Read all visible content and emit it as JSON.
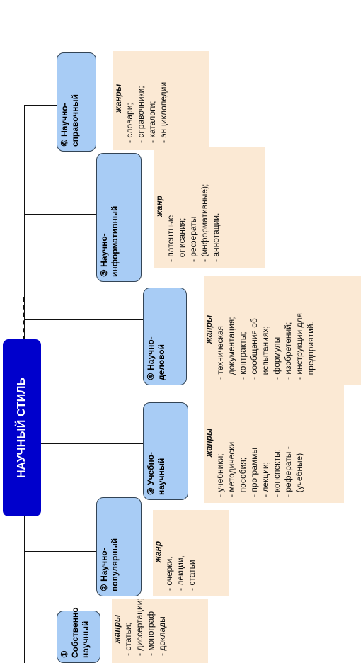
{
  "main": {
    "label": "НАУЧНЫЙ СТИЛЬ"
  },
  "branches": [
    {
      "number": "①",
      "title_lines": [
        "Собственно",
        "научный"
      ],
      "genre_title": "жанры",
      "genres": [
        "- статьи;",
        "- диссертации;",
        "- монограф",
        "- доклады"
      ]
    },
    {
      "number": "②",
      "title_lines": [
        "Научно-",
        "популярный"
      ],
      "genre_title": "жанр",
      "genres": [
        "- очерки,",
        "- лекции,",
        "- статьи"
      ]
    },
    {
      "number": "③",
      "title_lines": [
        "Учебно-",
        "научный"
      ],
      "genre_title": "жанры",
      "genres": [
        "- учебники;",
        "- методически",
        "  пособия;",
        "- программы",
        "- лекции;",
        "- конспекты;",
        "- рефераты -",
        "  (учебные)"
      ]
    },
    {
      "number": "④",
      "title_lines": [
        "Научно-",
        "деловой"
      ],
      "genre_title": "жанры",
      "genres": [
        "- техническая",
        "  документация;",
        "- контракты;",
        "- сообщения об",
        "  испытаниях;",
        "- формулы",
        "- изобретений;",
        "- инструкции для",
        "  предприятий."
      ]
    },
    {
      "number": "⑤",
      "title_lines": [
        "Научно-",
        "информативный"
      ],
      "genre_title": "жанр",
      "genres": [
        "- патентные",
        "  описания;",
        "- рефераты",
        "- (информативные);",
        "- аннотации."
      ]
    },
    {
      "number": "⑥",
      "title_lines": [
        "Научно-",
        "справочный"
      ],
      "genre_title": "жанры",
      "genres": [
        "- словари;",
        "- справочники;",
        "- каталоги;",
        "- энциклопедии"
      ]
    }
  ],
  "colors": {
    "main": "#0000cc",
    "node": "#a8ccf5",
    "genre": "#fbe9d4",
    "line": "#111111"
  }
}
